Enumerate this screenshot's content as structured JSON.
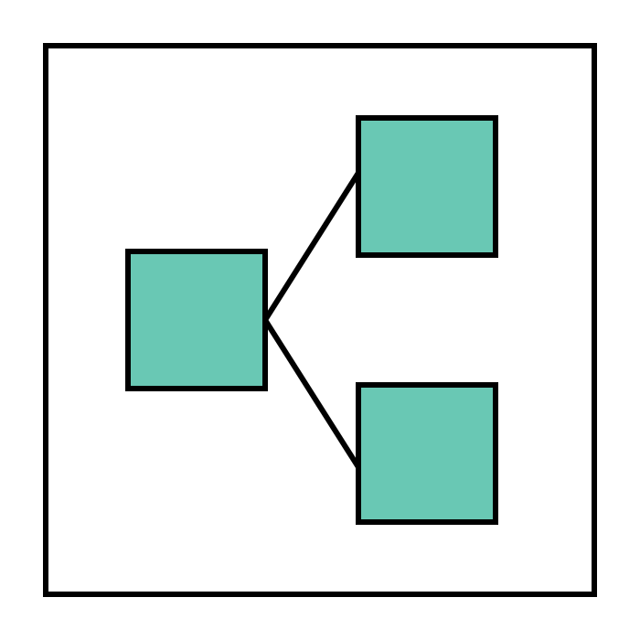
{
  "diagram": {
    "type": "tree",
    "colors": {
      "background": "#ffffff",
      "frame_stroke": "#000000",
      "node_fill": "#69c8b4",
      "node_stroke": "#000000",
      "edge_stroke": "#000000"
    },
    "nodes": [
      {
        "id": "root"
      },
      {
        "id": "child-top"
      },
      {
        "id": "child-bottom"
      }
    ],
    "edges": [
      {
        "from": "root",
        "to": "child-top"
      },
      {
        "from": "root",
        "to": "child-bottom"
      }
    ]
  }
}
